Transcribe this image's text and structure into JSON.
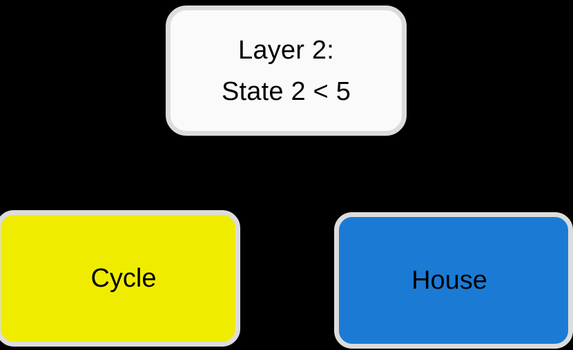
{
  "diagram": {
    "type": "decision-tree",
    "background_color": "#000000",
    "edge_color": "#000000",
    "node_border_color": "#dcdcdc",
    "nodes": [
      {
        "id": "root",
        "role": "decision-node",
        "lines": [
          "Layer 2:",
          "State 2 < 5"
        ],
        "text": "Layer 2: State 2 < 5",
        "fill_color": "#fafafa",
        "text_color": "#000000"
      },
      {
        "id": "cycle",
        "role": "leaf-node",
        "label": "Cycle",
        "fill_color": "#f0ec00",
        "text_color": "#000000"
      },
      {
        "id": "house",
        "role": "leaf-node",
        "label": "House",
        "fill_color": "#1b7bd4",
        "text_color": "#000000"
      }
    ],
    "edges": [
      {
        "id": "root-to-cycle",
        "from": "root",
        "to": "cycle"
      },
      {
        "id": "root-to-house",
        "from": "root",
        "to": "house"
      }
    ]
  }
}
